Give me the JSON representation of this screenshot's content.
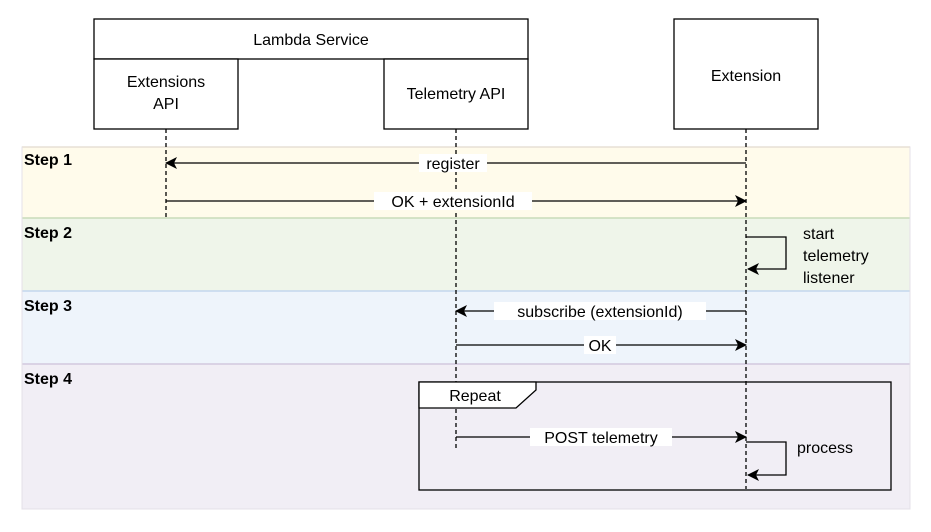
{
  "colors": {
    "step1_fill": "#fffbeb",
    "step1_stroke": "#eedfb0",
    "step2_fill": "#eff5ea",
    "step2_stroke": "#c8dbb9",
    "step3_fill": "#eef4fb",
    "step3_stroke": "#c4d6ee",
    "step4_fill": "#f1eef5",
    "step4_stroke": "#d2c8de"
  },
  "participants": {
    "lambda_service": "Lambda Service",
    "extensions_api_line1": "Extensions",
    "extensions_api_line2": "API",
    "telemetry_api": "Telemetry API",
    "extension": "Extension"
  },
  "steps": {
    "step1": "Step 1",
    "step2": "Step 2",
    "step3": "Step 3",
    "step4": "Step 4"
  },
  "messages": {
    "register": "register",
    "ok_extension_id": "OK + extensionId",
    "start_line1": "start",
    "start_line2": "telemetry",
    "start_line3": "listener",
    "subscribe": "subscribe (extensionId)",
    "ok": "OK",
    "repeat": "Repeat",
    "post_telemetry": "POST telemetry",
    "process": "process"
  }
}
